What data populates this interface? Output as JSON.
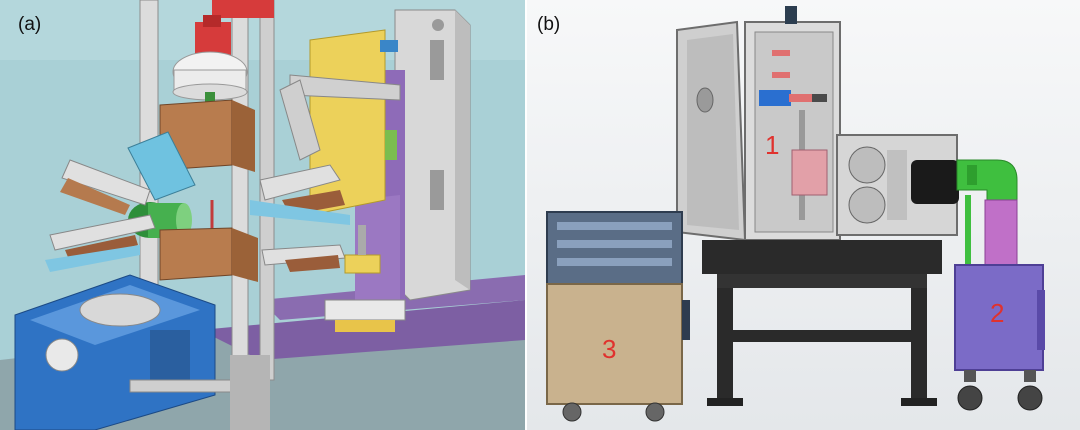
{
  "figure": {
    "panel_a": {
      "label": "(a)"
    },
    "panel_b": {
      "label": "(b)",
      "callouts": [
        "1",
        "2",
        "3"
      ]
    }
  },
  "colors": {
    "callout": "#e0322e",
    "panel_a_background": "#a9d0d6",
    "panel_b_background": "#eef0f2"
  }
}
